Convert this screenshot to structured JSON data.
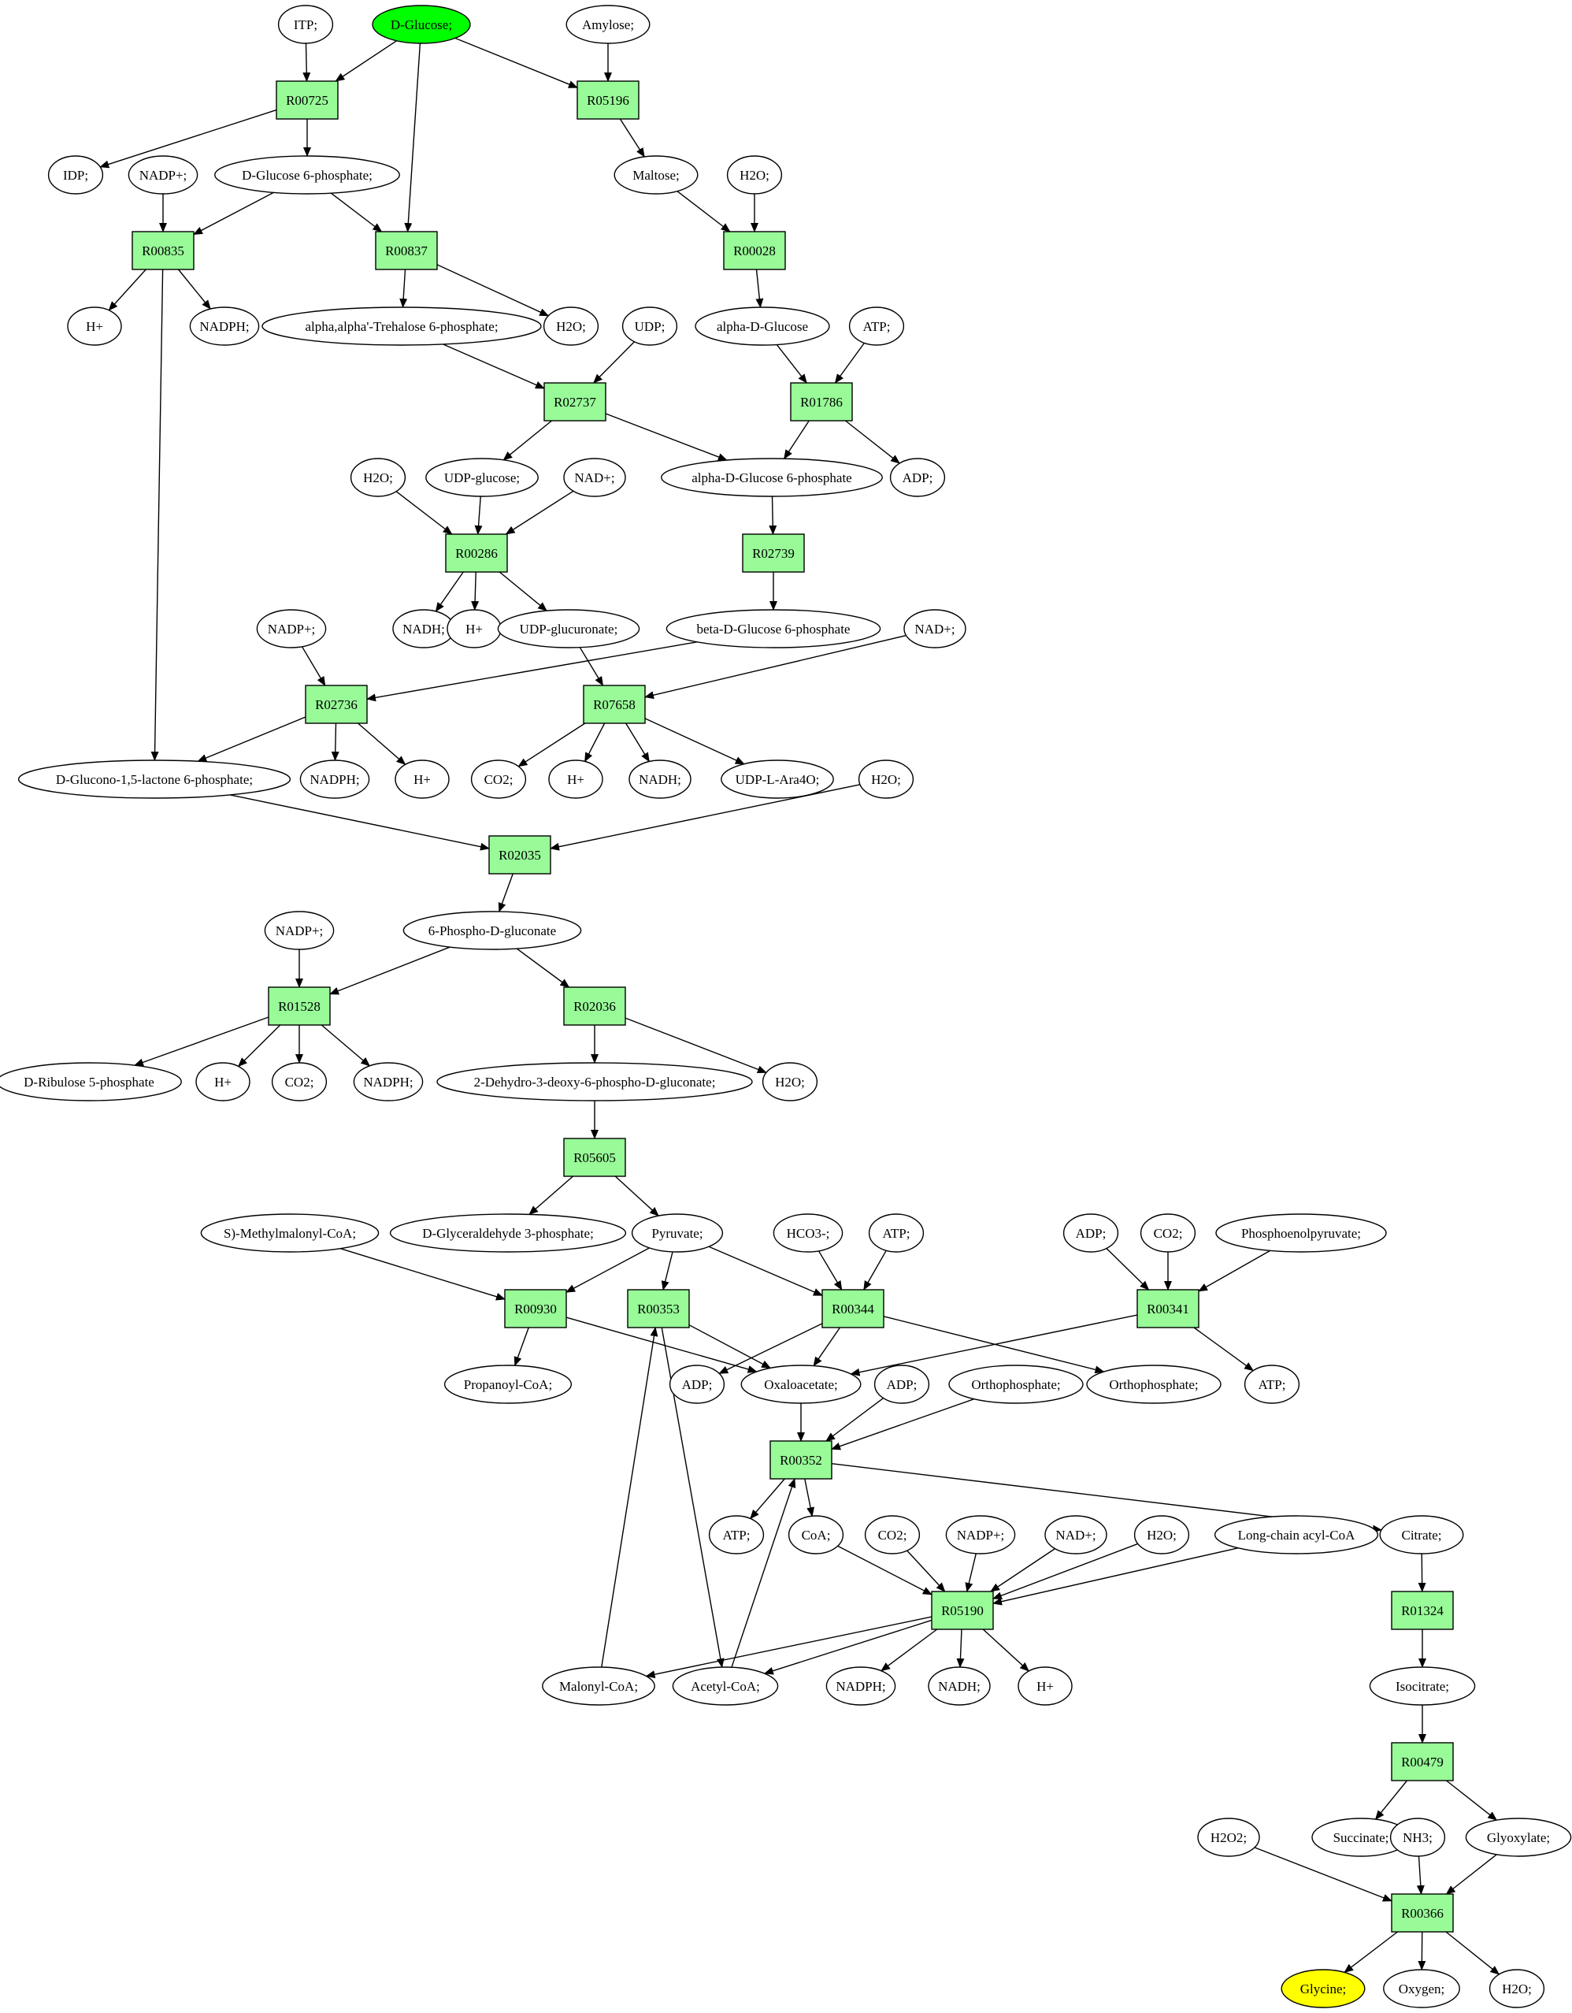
{
  "diagram": {
    "colors": {
      "reaction_fill": "#98fb98",
      "compound_fill": "#ffffff",
      "source_fill": "#00ff00",
      "target_fill": "#ffff00",
      "stroke": "#000000"
    },
    "nodes": [
      {
        "id": "itp",
        "label": "ITP;",
        "kind": "compound"
      },
      {
        "id": "dglucose",
        "label": "D-Glucose;",
        "kind": "source"
      },
      {
        "id": "amylose",
        "label": "Amylose;",
        "kind": "compound"
      },
      {
        "id": "R00725",
        "label": "R00725",
        "kind": "reaction"
      },
      {
        "id": "R05196",
        "label": "R05196",
        "kind": "reaction"
      },
      {
        "id": "idp",
        "label": "IDP;",
        "kind": "compound"
      },
      {
        "id": "nadp1",
        "label": "NADP+;",
        "kind": "compound"
      },
      {
        "id": "g6p",
        "label": "D-Glucose 6-phosphate;",
        "kind": "compound"
      },
      {
        "id": "maltose",
        "label": "Maltose;",
        "kind": "compound"
      },
      {
        "id": "h2o1",
        "label": "H2O;",
        "kind": "compound"
      },
      {
        "id": "R00835",
        "label": "R00835",
        "kind": "reaction"
      },
      {
        "id": "R00837",
        "label": "R00837",
        "kind": "reaction"
      },
      {
        "id": "R00028",
        "label": "R00028",
        "kind": "reaction"
      },
      {
        "id": "hplus1",
        "label": "H+",
        "kind": "compound"
      },
      {
        "id": "nadph1",
        "label": "NADPH;",
        "kind": "compound"
      },
      {
        "id": "trehalose",
        "label": "alpha,alpha'-Trehalose 6-phosphate;",
        "kind": "compound"
      },
      {
        "id": "h2o2",
        "label": "H2O;",
        "kind": "compound"
      },
      {
        "id": "udp",
        "label": "UDP;",
        "kind": "compound"
      },
      {
        "id": "adglc",
        "label": "alpha-D-Glucose",
        "kind": "compound"
      },
      {
        "id": "atp1",
        "label": "ATP;",
        "kind": "compound"
      },
      {
        "id": "R02737",
        "label": "R02737",
        "kind": "reaction"
      },
      {
        "id": "R01786",
        "label": "R01786",
        "kind": "reaction"
      },
      {
        "id": "h2o3",
        "label": "H2O;",
        "kind": "compound"
      },
      {
        "id": "udpglc",
        "label": "UDP-glucose;",
        "kind": "compound"
      },
      {
        "id": "nad1",
        "label": "NAD+;",
        "kind": "compound"
      },
      {
        "id": "adg6p",
        "label": "alpha-D-Glucose 6-phosphate",
        "kind": "compound"
      },
      {
        "id": "adp1",
        "label": "ADP;",
        "kind": "compound"
      },
      {
        "id": "R00286",
        "label": "R00286",
        "kind": "reaction"
      },
      {
        "id": "R02739",
        "label": "R02739",
        "kind": "reaction"
      },
      {
        "id": "nadh1",
        "label": "NADH;",
        "kind": "compound"
      },
      {
        "id": "hplus2",
        "label": "H+",
        "kind": "compound"
      },
      {
        "id": "udpglcur",
        "label": "UDP-glucuronate;",
        "kind": "compound"
      },
      {
        "id": "bdg6p",
        "label": "beta-D-Glucose 6-phosphate",
        "kind": "compound"
      },
      {
        "id": "nadp2",
        "label": "NADP+;",
        "kind": "compound"
      },
      {
        "id": "nad2",
        "label": "NAD+;",
        "kind": "compound"
      },
      {
        "id": "R02736",
        "label": "R02736",
        "kind": "reaction"
      },
      {
        "id": "R07658",
        "label": "R07658",
        "kind": "reaction"
      },
      {
        "id": "glucono",
        "label": "D-Glucono-1,5-lactone 6-phosphate;",
        "kind": "compound"
      },
      {
        "id": "nadph2",
        "label": "NADPH;",
        "kind": "compound"
      },
      {
        "id": "hplus3",
        "label": "H+",
        "kind": "compound"
      },
      {
        "id": "co2a",
        "label": "CO2;",
        "kind": "compound"
      },
      {
        "id": "hplus4",
        "label": "H+",
        "kind": "compound"
      },
      {
        "id": "nadh2",
        "label": "NADH;",
        "kind": "compound"
      },
      {
        "id": "udpara",
        "label": "UDP-L-Ara4O;",
        "kind": "compound"
      },
      {
        "id": "h2o4",
        "label": "H2O;",
        "kind": "compound"
      },
      {
        "id": "R02035",
        "label": "R02035",
        "kind": "reaction"
      },
      {
        "id": "pgluc",
        "label": "6-Phospho-D-gluconate",
        "kind": "compound"
      },
      {
        "id": "nadp3",
        "label": "NADP+;",
        "kind": "compound"
      },
      {
        "id": "R01528",
        "label": "R01528",
        "kind": "reaction"
      },
      {
        "id": "R02036",
        "label": "R02036",
        "kind": "reaction"
      },
      {
        "id": "ribulose",
        "label": "D-Ribulose 5-phosphate",
        "kind": "compound"
      },
      {
        "id": "hplus5",
        "label": "H+",
        "kind": "compound"
      },
      {
        "id": "co2b",
        "label": "CO2;",
        "kind": "compound"
      },
      {
        "id": "nadph3",
        "label": "NADPH;",
        "kind": "compound"
      },
      {
        "id": "kdpg",
        "label": "2-Dehydro-3-deoxy-6-phospho-D-gluconate;",
        "kind": "compound"
      },
      {
        "id": "h2o5",
        "label": "H2O;",
        "kind": "compound"
      },
      {
        "id": "R05605",
        "label": "R05605",
        "kind": "reaction"
      },
      {
        "id": "smmcoa",
        "label": "S)-Methylmalonyl-CoA;",
        "kind": "compound"
      },
      {
        "id": "gap",
        "label": "D-Glyceraldehyde 3-phosphate;",
        "kind": "compound"
      },
      {
        "id": "pyruvate",
        "label": "Pyruvate;",
        "kind": "compound"
      },
      {
        "id": "hco3",
        "label": "HCO3-;",
        "kind": "compound"
      },
      {
        "id": "atp2",
        "label": "ATP;",
        "kind": "compound"
      },
      {
        "id": "adp2",
        "label": "ADP;",
        "kind": "compound"
      },
      {
        "id": "co2c",
        "label": "CO2;",
        "kind": "compound"
      },
      {
        "id": "pep",
        "label": "Phosphoenolpyruvate;",
        "kind": "compound"
      },
      {
        "id": "R00930",
        "label": "R00930",
        "kind": "reaction"
      },
      {
        "id": "R00353",
        "label": "R00353",
        "kind": "reaction"
      },
      {
        "id": "R00344",
        "label": "R00344",
        "kind": "reaction"
      },
      {
        "id": "R00341",
        "label": "R00341",
        "kind": "reaction"
      },
      {
        "id": "propcoa",
        "label": "Propanoyl-CoA;",
        "kind": "compound"
      },
      {
        "id": "adp3",
        "label": "ADP;",
        "kind": "compound"
      },
      {
        "id": "oaa",
        "label": "Oxaloacetate;",
        "kind": "compound"
      },
      {
        "id": "adp4",
        "label": "ADP;",
        "kind": "compound"
      },
      {
        "id": "ortho1",
        "label": "Orthophosphate;",
        "kind": "compound"
      },
      {
        "id": "ortho2",
        "label": "Orthophosphate;",
        "kind": "compound"
      },
      {
        "id": "atp3",
        "label": "ATP;",
        "kind": "compound"
      },
      {
        "id": "R00352",
        "label": "R00352",
        "kind": "reaction"
      },
      {
        "id": "atp4",
        "label": "ATP;",
        "kind": "compound"
      },
      {
        "id": "coa",
        "label": "CoA;",
        "kind": "compound"
      },
      {
        "id": "co2d",
        "label": "CO2;",
        "kind": "compound"
      },
      {
        "id": "nadp4",
        "label": "NADP+;",
        "kind": "compound"
      },
      {
        "id": "nad3",
        "label": "NAD+;",
        "kind": "compound"
      },
      {
        "id": "h2o6",
        "label": "H2O;",
        "kind": "compound"
      },
      {
        "id": "lcacoa",
        "label": "Long-chain acyl-CoA",
        "kind": "compound"
      },
      {
        "id": "citrate",
        "label": "Citrate;",
        "kind": "compound"
      },
      {
        "id": "R05190",
        "label": "R05190",
        "kind": "reaction"
      },
      {
        "id": "R01324",
        "label": "R01324",
        "kind": "reaction"
      },
      {
        "id": "malcoa",
        "label": "Malonyl-CoA;",
        "kind": "compound"
      },
      {
        "id": "acetcoa",
        "label": "Acetyl-CoA;",
        "kind": "compound"
      },
      {
        "id": "nadph4",
        "label": "NADPH;",
        "kind": "compound"
      },
      {
        "id": "nadh3",
        "label": "NADH;",
        "kind": "compound"
      },
      {
        "id": "hplus6",
        "label": "H+",
        "kind": "compound"
      },
      {
        "id": "isocit",
        "label": "Isocitrate;",
        "kind": "compound"
      },
      {
        "id": "R00479",
        "label": "R00479",
        "kind": "reaction"
      },
      {
        "id": "h2o2b",
        "label": "H2O2;",
        "kind": "compound"
      },
      {
        "id": "succinate",
        "label": "Succinate;",
        "kind": "compound"
      },
      {
        "id": "nh3",
        "label": "NH3;",
        "kind": "compound"
      },
      {
        "id": "glyoxylate",
        "label": "Glyoxylate;",
        "kind": "compound"
      },
      {
        "id": "R00366",
        "label": "R00366",
        "kind": "reaction"
      },
      {
        "id": "glycine",
        "label": "Glycine;",
        "kind": "target"
      },
      {
        "id": "oxygen",
        "label": "Oxygen;",
        "kind": "compound"
      },
      {
        "id": "h2o7",
        "label": "H2O;",
        "kind": "compound"
      }
    ],
    "edges": [
      [
        "itp",
        "R00725"
      ],
      [
        "dglucose",
        "R00725"
      ],
      [
        "dglucose",
        "R00837"
      ],
      [
        "dglucose",
        "R05196"
      ],
      [
        "amylose",
        "R05196"
      ],
      [
        "R00725",
        "idp"
      ],
      [
        "R00725",
        "g6p"
      ],
      [
        "R05196",
        "maltose"
      ],
      [
        "nadp1",
        "R00835"
      ],
      [
        "g6p",
        "R00835"
      ],
      [
        "g6p",
        "R00837"
      ],
      [
        "maltose",
        "R00028"
      ],
      [
        "h2o1",
        "R00028"
      ],
      [
        "R00835",
        "hplus1"
      ],
      [
        "R00835",
        "nadph1"
      ],
      [
        "R00835",
        "glucono"
      ],
      [
        "R00837",
        "trehalose"
      ],
      [
        "R00837",
        "h2o2"
      ],
      [
        "R00028",
        "adglc"
      ],
      [
        "trehalose",
        "R02737"
      ],
      [
        "udp",
        "R02737"
      ],
      [
        "adglc",
        "R01786"
      ],
      [
        "atp1",
        "R01786"
      ],
      [
        "R02737",
        "udpglc"
      ],
      [
        "R02737",
        "adg6p"
      ],
      [
        "R01786",
        "adg6p"
      ],
      [
        "R01786",
        "adp1"
      ],
      [
        "h2o3",
        "R00286"
      ],
      [
        "udpglc",
        "R00286"
      ],
      [
        "nad1",
        "R00286"
      ],
      [
        "adg6p",
        "R02739"
      ],
      [
        "R00286",
        "nadh1"
      ],
      [
        "R00286",
        "hplus2"
      ],
      [
        "R00286",
        "udpglcur"
      ],
      [
        "R02739",
        "bdg6p"
      ],
      [
        "nadp2",
        "R02736"
      ],
      [
        "bdg6p",
        "R02736"
      ],
      [
        "udpglcur",
        "R07658"
      ],
      [
        "nad2",
        "R07658"
      ],
      [
        "R02736",
        "glucono"
      ],
      [
        "R02736",
        "nadph2"
      ],
      [
        "R02736",
        "hplus3"
      ],
      [
        "R07658",
        "co2a"
      ],
      [
        "R07658",
        "hplus4"
      ],
      [
        "R07658",
        "nadh2"
      ],
      [
        "R07658",
        "udpara"
      ],
      [
        "glucono",
        "R02035"
      ],
      [
        "h2o4",
        "R02035"
      ],
      [
        "R02035",
        "pgluc"
      ],
      [
        "nadp3",
        "R01528"
      ],
      [
        "pgluc",
        "R01528"
      ],
      [
        "pgluc",
        "R02036"
      ],
      [
        "R01528",
        "ribulose"
      ],
      [
        "R01528",
        "hplus5"
      ],
      [
        "R01528",
        "co2b"
      ],
      [
        "R01528",
        "nadph3"
      ],
      [
        "R02036",
        "kdpg"
      ],
      [
        "R02036",
        "h2o5"
      ],
      [
        "kdpg",
        "R05605"
      ],
      [
        "R05605",
        "gap"
      ],
      [
        "R05605",
        "pyruvate"
      ],
      [
        "smmcoa",
        "R00930"
      ],
      [
        "pyruvate",
        "R00930"
      ],
      [
        "pyruvate",
        "R00353"
      ],
      [
        "pyruvate",
        "R00344"
      ],
      [
        "hco3",
        "R00344"
      ],
      [
        "atp2",
        "R00344"
      ],
      [
        "adp2",
        "R00341"
      ],
      [
        "co2c",
        "R00341"
      ],
      [
        "pep",
        "R00341"
      ],
      [
        "R00930",
        "propcoa"
      ],
      [
        "R00930",
        "oaa"
      ],
      [
        "R00353",
        "oaa"
      ],
      [
        "R00344",
        "oaa"
      ],
      [
        "R00344",
        "adp3"
      ],
      [
        "R00344",
        "ortho2"
      ],
      [
        "R00341",
        "oaa"
      ],
      [
        "R00341",
        "atp3"
      ],
      [
        "adp4",
        "R00352"
      ],
      [
        "oaa",
        "R00352"
      ],
      [
        "ortho1",
        "R00352"
      ],
      [
        "R00352",
        "atp4"
      ],
      [
        "R00352",
        "coa"
      ],
      [
        "R00352",
        "citrate"
      ],
      [
        "coa",
        "R05190"
      ],
      [
        "co2d",
        "R05190"
      ],
      [
        "nadp4",
        "R05190"
      ],
      [
        "nad3",
        "R05190"
      ],
      [
        "h2o6",
        "R05190"
      ],
      [
        "lcacoa",
        "R05190"
      ],
      [
        "R05190",
        "malcoa"
      ],
      [
        "R05190",
        "acetcoa"
      ],
      [
        "R05190",
        "nadph4"
      ],
      [
        "R05190",
        "nadh3"
      ],
      [
        "R05190",
        "hplus6"
      ],
      [
        "malcoa",
        "R00353"
      ],
      [
        "R00353",
        "acetcoa"
      ],
      [
        "acetcoa",
        "R00352"
      ],
      [
        "citrate",
        "R01324"
      ],
      [
        "R01324",
        "isocit"
      ],
      [
        "isocit",
        "R00479"
      ],
      [
        "R00479",
        "succinate"
      ],
      [
        "R00479",
        "glyoxylate"
      ],
      [
        "h2o2b",
        "R00366"
      ],
      [
        "nh3",
        "R00366"
      ],
      [
        "glyoxylate",
        "R00366"
      ],
      [
        "R00366",
        "glycine"
      ],
      [
        "R00366",
        "oxygen"
      ],
      [
        "R00366",
        "h2o7"
      ]
    ]
  }
}
